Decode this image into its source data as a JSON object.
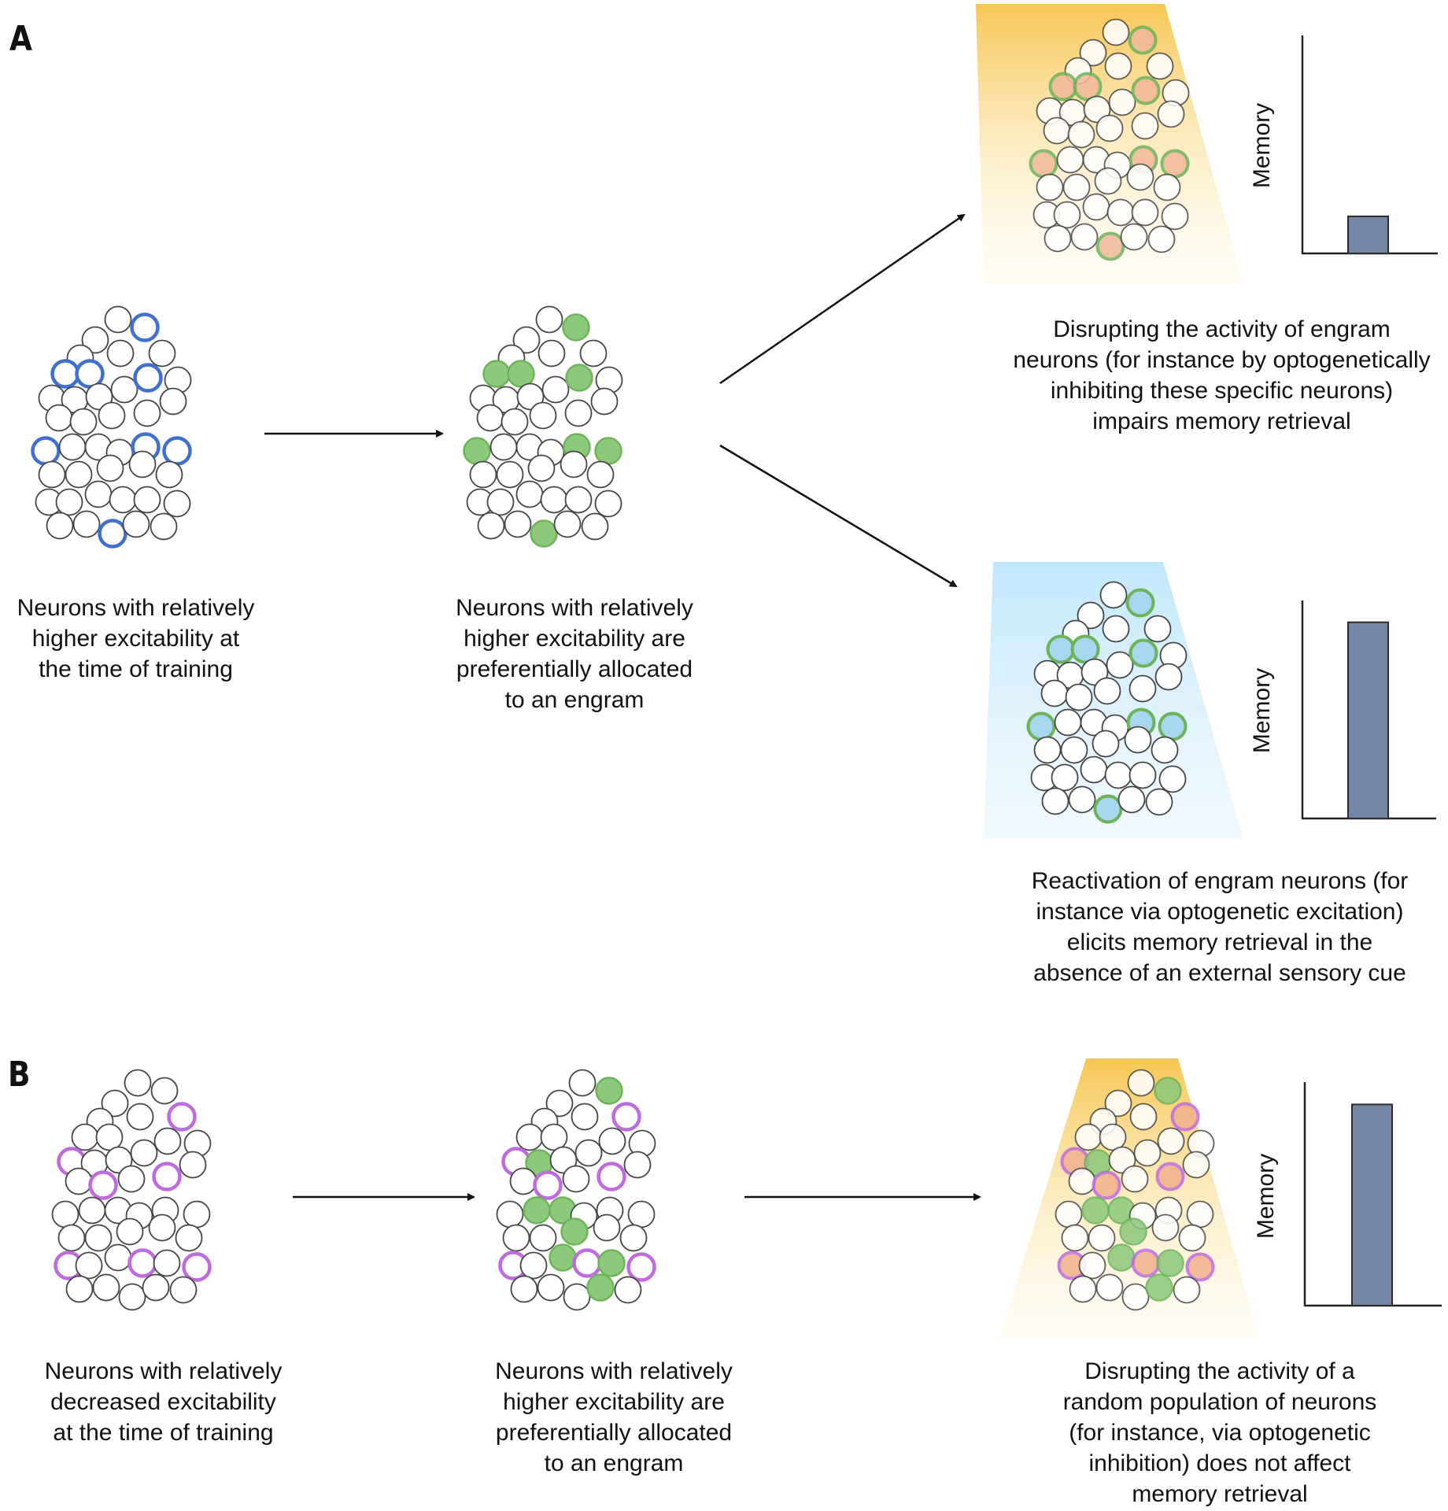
{
  "panels": {
    "A": {
      "label": "A",
      "captions": {
        "excitability": [
          "Neurons with relatively",
          "higher excitability at",
          "the time of training"
        ],
        "allocation": [
          "Neurons with relatively",
          "higher excitability are",
          "preferentially allocated",
          "to an engram"
        ],
        "inhibition": [
          "Disrupting the activity of engram",
          "neurons (for instance by optogenetically",
          "inhibiting these specific neurons)",
          "impairs memory retrieval"
        ],
        "reactivation": [
          "Reactivation of engram neurons (for",
          "instance via optogenetic excitation)",
          "elicits memory retrieval in the",
          "absence of an external sensory cue"
        ]
      },
      "bar_charts": [
        {
          "ylabel": "Memory",
          "value": 0.17
        },
        {
          "ylabel": "Memory",
          "value": 0.9
        }
      ]
    },
    "B": {
      "label": "B",
      "captions": {
        "excitability": [
          "Neurons with relatively",
          "decreased excitability",
          "at the time of training"
        ],
        "allocation": [
          "Neurons with relatively",
          "higher excitability are",
          "preferentially allocated",
          "to an engram"
        ],
        "random_inhibition": [
          "Disrupting the activity of a",
          "random population of neurons",
          "(for instance, via optogenetic",
          "inhibition) does not affect",
          "memory retrieval"
        ]
      },
      "bar_charts": [
        {
          "ylabel": "Memory",
          "value": 0.9
        }
      ]
    }
  },
  "colors": {
    "excitable_outline": "#3f6fd0",
    "engram_fill": "#8cc97a",
    "engram_stroke": "#6db35a",
    "decreased_outline": "#c06ae0",
    "neuron_outline": "#444444",
    "bar_fill": "#7486a6",
    "inhibition_light": "#f6c34a",
    "excitation_light": "#bfe6fb"
  }
}
